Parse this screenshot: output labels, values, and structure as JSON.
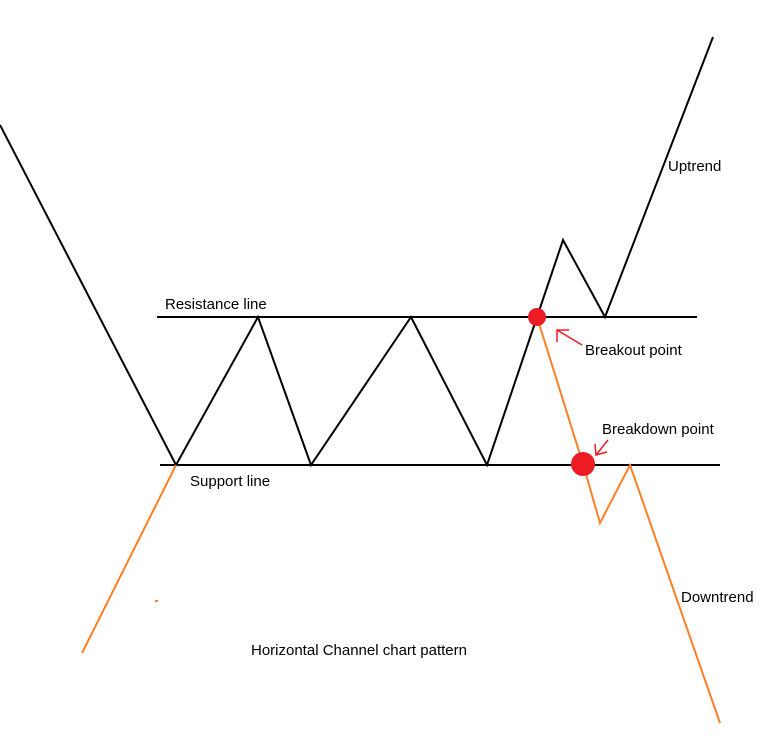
{
  "title": "Horizontal Channel chart pattern",
  "labels": {
    "resistance": "Resistance line",
    "support": "Support line",
    "breakout": "Breakout point",
    "breakdown": "Breakdown point",
    "uptrend": "Uptrend",
    "downtrend": "Downtrend"
  },
  "colors": {
    "price": "#000000",
    "alternate_path": "#ff7f27",
    "marker": "#ed1c24"
  }
}
